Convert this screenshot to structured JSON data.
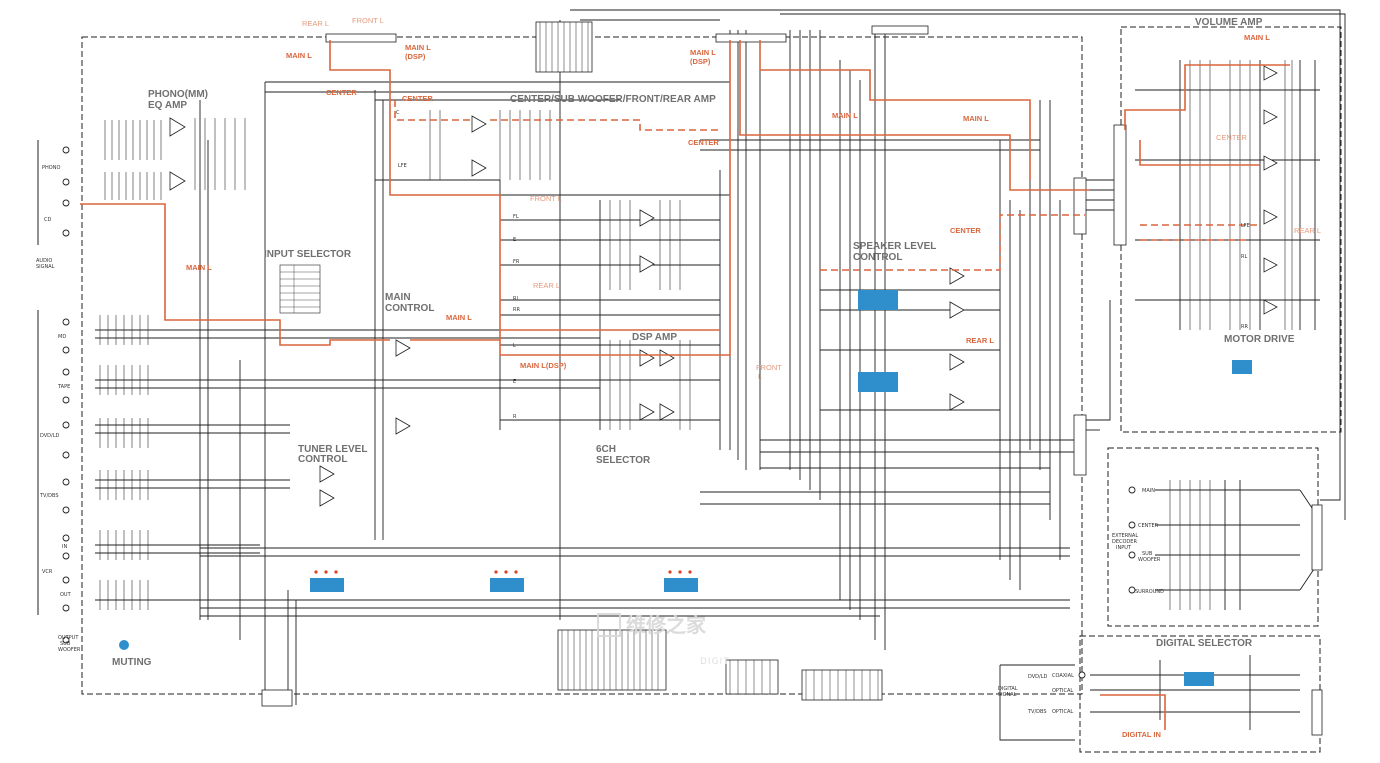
{
  "blocks": {
    "phono_eq": "PHONO(MM)",
    "phono_eq2": "EQ AMP",
    "input_selector": "INPUT SELECTOR",
    "main_control": "MAIN",
    "main_control2": "CONTROL",
    "center_amp": "CENTER/SUB WOOFER/FRONT/REAR AMP",
    "dsp_amp": "DSP AMP",
    "ch_selector": "6CH",
    "ch_selector2": "SELECTOR",
    "tuner_level": "TUNER LEVEL",
    "tuner_level2": "CONTROL",
    "speaker_level": "SPEAKER LEVEL",
    "speaker_level2": "CONTROL",
    "volume_amp": "VOLUME AMP",
    "motor_drive": "MOTOR DRIVE",
    "muting": "MUTING",
    "digital_selector": "DIGITAL SELECTOR"
  },
  "signals": {
    "rear_l_top": "REAR L",
    "front_l_top": "FRONT L",
    "main_l_1": "MAIN L",
    "main_l_dsp_1": "MAIN L",
    "main_l_dsp_1b": "(DSP)",
    "center_1": "CENTER",
    "center_2": "CENTER",
    "main_l_dsp_2": "MAIN L",
    "main_l_dsp_2b": "(DSP)",
    "main_l_vol": "MAIN L",
    "main_l_2": "MAIN L",
    "main_l_3": "MAIN L",
    "center_3": "CENTER",
    "main_l_in": "MAIN L",
    "front_l_2": "FRONT L",
    "rear_l_2": "REAR L",
    "main_l_4": "MAIN L",
    "main_l_dsp_3": "MAIN L(DSP)",
    "front_3": "FRONT",
    "front_3b": "L",
    "center_4": "CENTER",
    "rear_l_3": "REAR L",
    "center_vol": "CENTER",
    "rear_vol": "REAR L",
    "digital_in": "DIGITAL IN"
  },
  "channels": {
    "c": "C",
    "lfe": "LFE",
    "fl": "FL",
    "e1": "E",
    "fr": "FR",
    "rl": "RL",
    "rr": "RR",
    "l": "L",
    "e2": "E",
    "r": "R",
    "lfe_vol": "LFE",
    "rl_vol": "RL",
    "rr_vol": "RR"
  },
  "inputs": {
    "phono": "PHONO",
    "cd": "CD",
    "audio_signal_1": "AUDIO",
    "audio_signal_2": "SIGNAL",
    "md": "MD",
    "tape": "TAPE",
    "dvd_ld": "DVD/LD",
    "tv_dbs": "TV/DBS",
    "vcr": "VCR",
    "in": "IN",
    "out": "OUT",
    "output_sub": "OUTPUT",
    "output_sub2": "SUB",
    "output_sub3": "WOOFER"
  },
  "ext_decoder": {
    "title1": "EXTERNAL",
    "title2": "DECODER",
    "title3": "INPUT",
    "main": "MAIN",
    "center": "CENTER",
    "sub": "SUB",
    "sub2": "WOOFER",
    "surround": "SURROUND"
  },
  "digital": {
    "dvd_ld": "DVD/LD",
    "tv_dbs": "TV/DBS",
    "coaxial": "COAXIAL",
    "optical1": "OPTICAL",
    "optical2": "OPTICAL",
    "side1": "DIGITAL",
    "side2": "SIGNAL"
  },
  "watermark": {
    "text": "维修之家",
    "sub": "DIGIT"
  },
  "colors": {
    "wire": "#202020",
    "signal": "#d9663d",
    "label": "#707070",
    "ic_blue": "#2f8fcc",
    "ic_dot": "#e04020"
  }
}
